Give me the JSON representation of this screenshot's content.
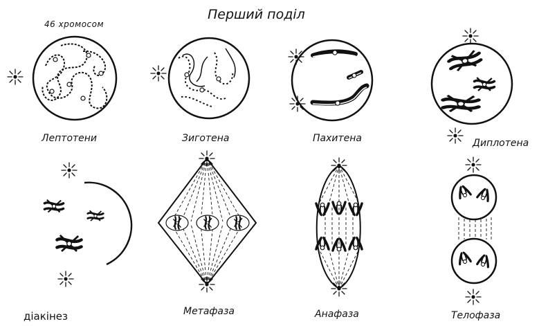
{
  "diagram": {
    "title": "Перший поділ",
    "chromosome_note": "46 хромосом",
    "stages": [
      {
        "id": "leptotene",
        "label": "Лептотени"
      },
      {
        "id": "zygotene",
        "label": "Зиготена"
      },
      {
        "id": "pachytene",
        "label": "Пахитена"
      },
      {
        "id": "diplotene",
        "label": "Диплотена"
      },
      {
        "id": "diakinesis",
        "label": "діакінез"
      },
      {
        "id": "metaphase",
        "label": "Метафаза"
      },
      {
        "id": "anaphase",
        "label": "Анафаза"
      },
      {
        "id": "telophase",
        "label": "Телофаза"
      }
    ],
    "colors": {
      "ink": "#111111",
      "background": "#ffffff"
    }
  }
}
